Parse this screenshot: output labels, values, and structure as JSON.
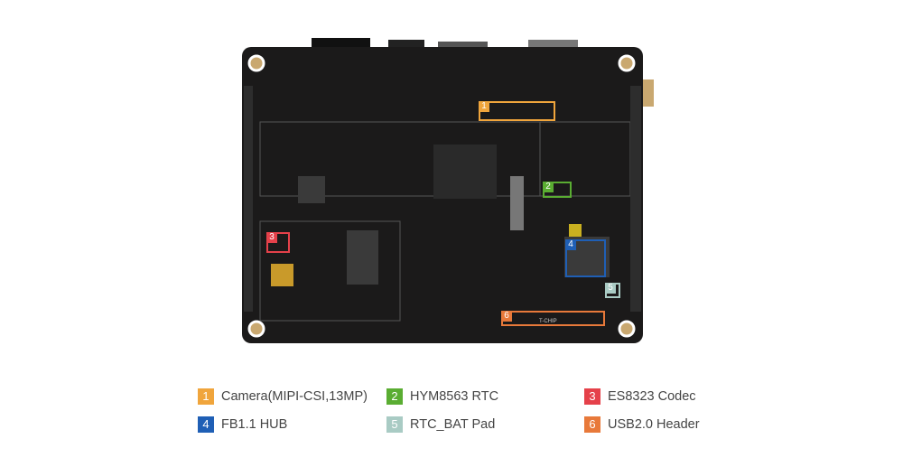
{
  "board": {
    "silkscreen": "T-CHIP",
    "board_color": "#1b1a1a"
  },
  "legend": [
    {
      "num": "1",
      "label": "Camera(MIPI-CSI,13MP)",
      "color": "#f0a53c"
    },
    {
      "num": "2",
      "label": "HYM8563 RTC",
      "color": "#5aad32"
    },
    {
      "num": "3",
      "label": "ES8323 Codec",
      "color": "#e5414a"
    },
    {
      "num": "4",
      "label": "FB1.1 HUB",
      "color": "#1f5fb5"
    },
    {
      "num": "5",
      "label": "RTC_BAT Pad",
      "color": "#a9cbc4"
    },
    {
      "num": "6",
      "label": "USB2.0 Header",
      "color": "#e8793a"
    }
  ]
}
